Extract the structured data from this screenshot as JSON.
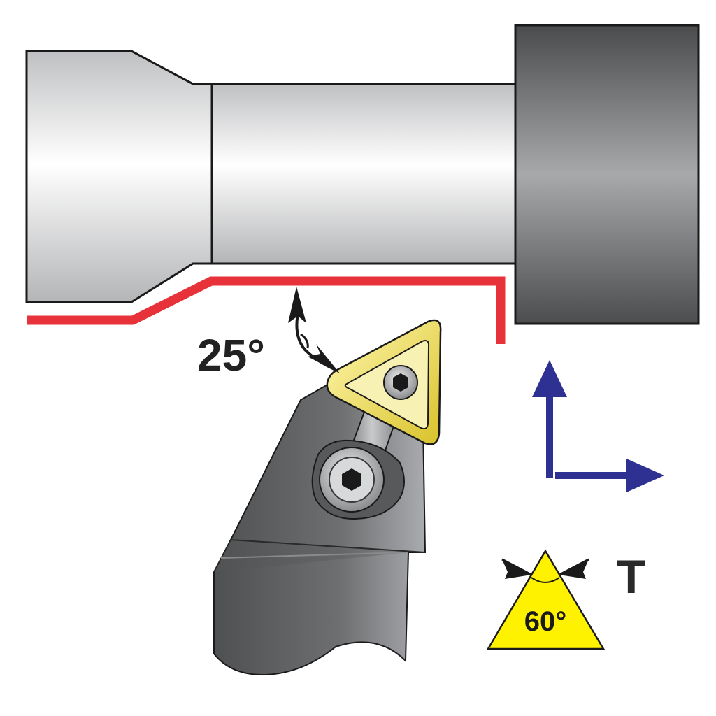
{
  "labels": {
    "lead_angle": "25°",
    "insert_shape_letter": "T",
    "insert_angle": "60°"
  },
  "colors": {
    "toolpath": "#e8323a",
    "feed_arrows": "#2e3192",
    "insert_gold": "#f2e24a",
    "insert_symbol_fill": "#fff200",
    "workpiece_light": "#eeeeee",
    "chuck_dark": "#5a5a5c",
    "holder_dark": "#5c5d5f",
    "outline": "#1a1a1a"
  },
  "icons": {
    "clamp_screw": "hex-socket-screw",
    "insert_screw": "hex-socket-screw"
  }
}
